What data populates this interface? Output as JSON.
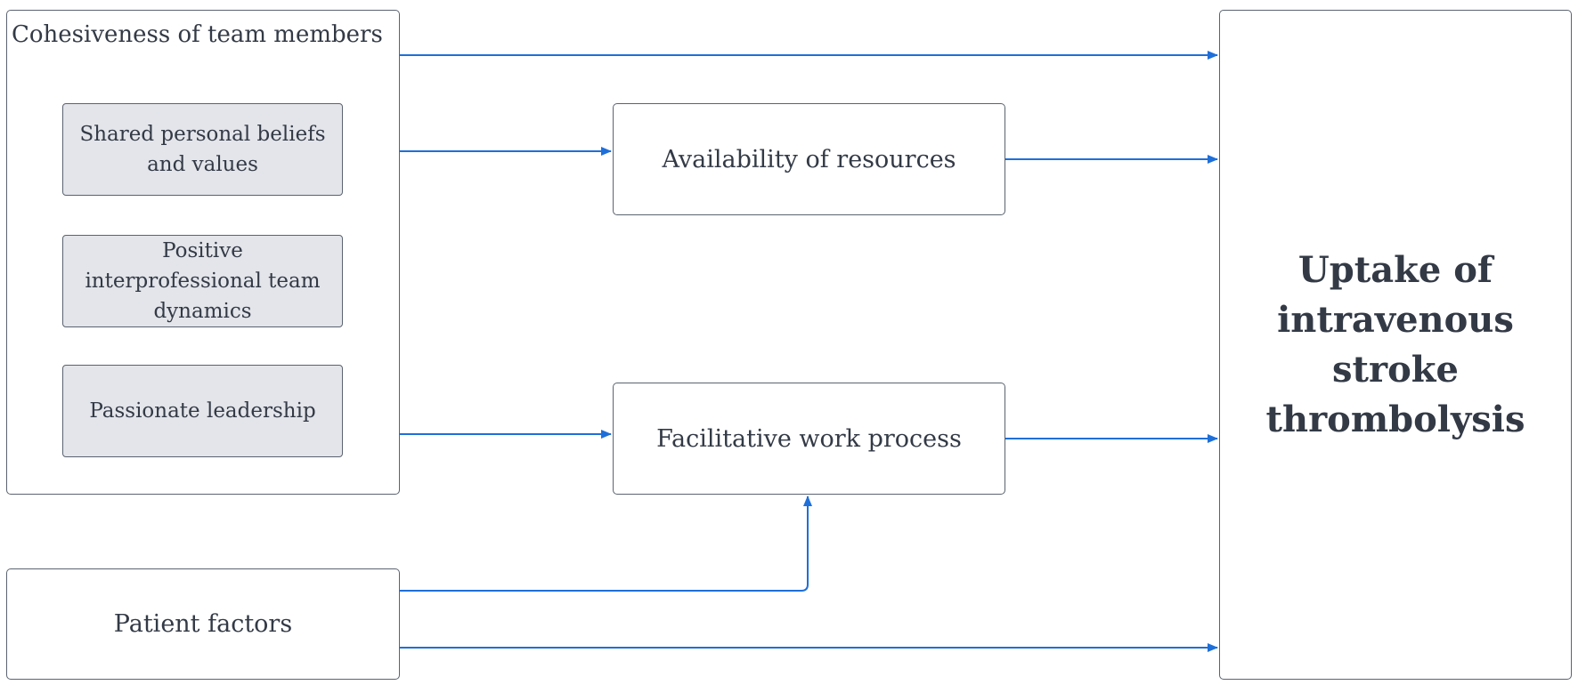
{
  "diagram": {
    "group": {
      "title": "Cohesiveness of team members",
      "items": [
        "Shared personal beliefs and values",
        "Positive interprofessional team dynamics",
        "Passionate leadership"
      ]
    },
    "availability": "Availability of resources",
    "work_process": "Facilitative work process",
    "patient": "Patient factors",
    "outcome": "Uptake of intravenous stroke thrombolysis",
    "colors": {
      "arrow": "#1e6fd9",
      "border": "#5b6370",
      "sub_fill": "#e3e5ea",
      "text": "#333a46"
    }
  }
}
